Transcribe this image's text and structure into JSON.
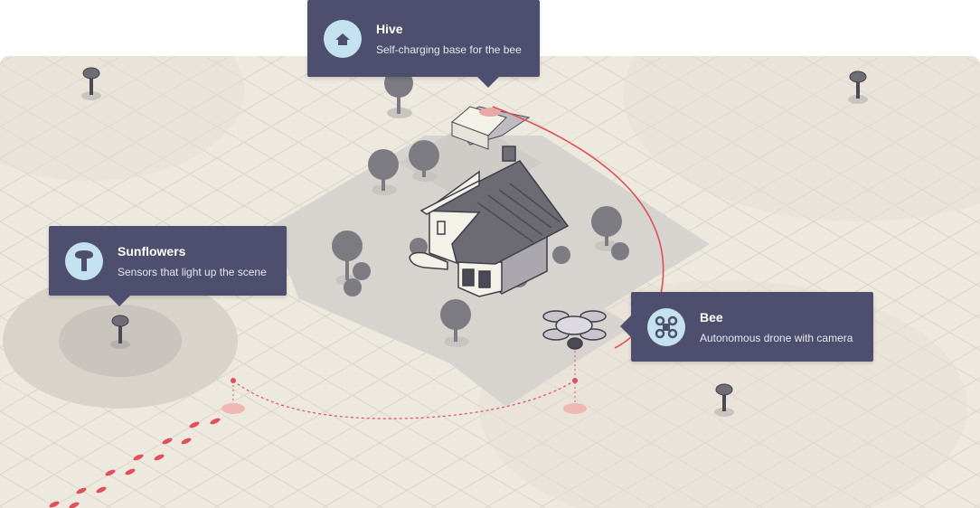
{
  "callouts": {
    "hive": {
      "title": "Hive",
      "description": "Self-charging base for the bee",
      "icon": "house-icon"
    },
    "sunflowers": {
      "title": "Sunflowers",
      "description": "Sensors that light up the scene",
      "icon": "lamp-icon"
    },
    "bee": {
      "title": "Bee",
      "description": "Autonomous drone with camera",
      "icon": "drone-icon"
    }
  },
  "colors": {
    "callout_bg": "#4e4f6e",
    "icon_bg": "#c3e1ee",
    "path_red": "#e0505a",
    "ground": "#eee9df"
  }
}
